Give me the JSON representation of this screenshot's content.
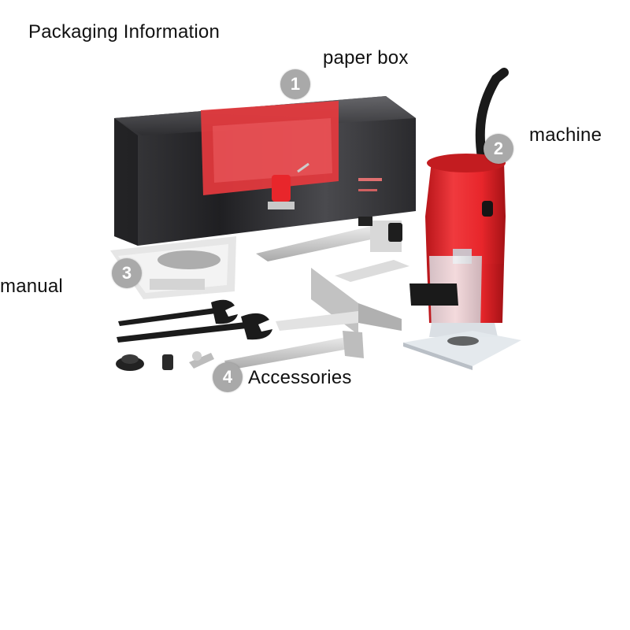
{
  "title": "Packaging Information",
  "items": [
    {
      "number": "1",
      "label": "paper box"
    },
    {
      "number": "2",
      "label": "machine"
    },
    {
      "number": "3",
      "label": "manual"
    },
    {
      "number": "4",
      "label": "Accessories"
    }
  ],
  "colors": {
    "machine_body": "#e8262b",
    "box_dark": "#2b2b2e",
    "badge": "#a9a9a9",
    "metal": "#c8c8c8"
  }
}
